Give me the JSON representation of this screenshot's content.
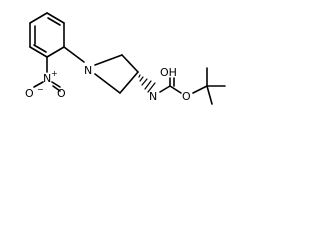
{
  "molecule": {
    "atoms": {
      "n_pyrrolidine": "N",
      "n_nitro": "N",
      "nitro_plus": "+",
      "o_nitro_1": "O",
      "o_nitro_2": "O",
      "nitro_minus": "−",
      "n_carbamate": "N",
      "oh": "OH",
      "o_ester": "O"
    }
  }
}
